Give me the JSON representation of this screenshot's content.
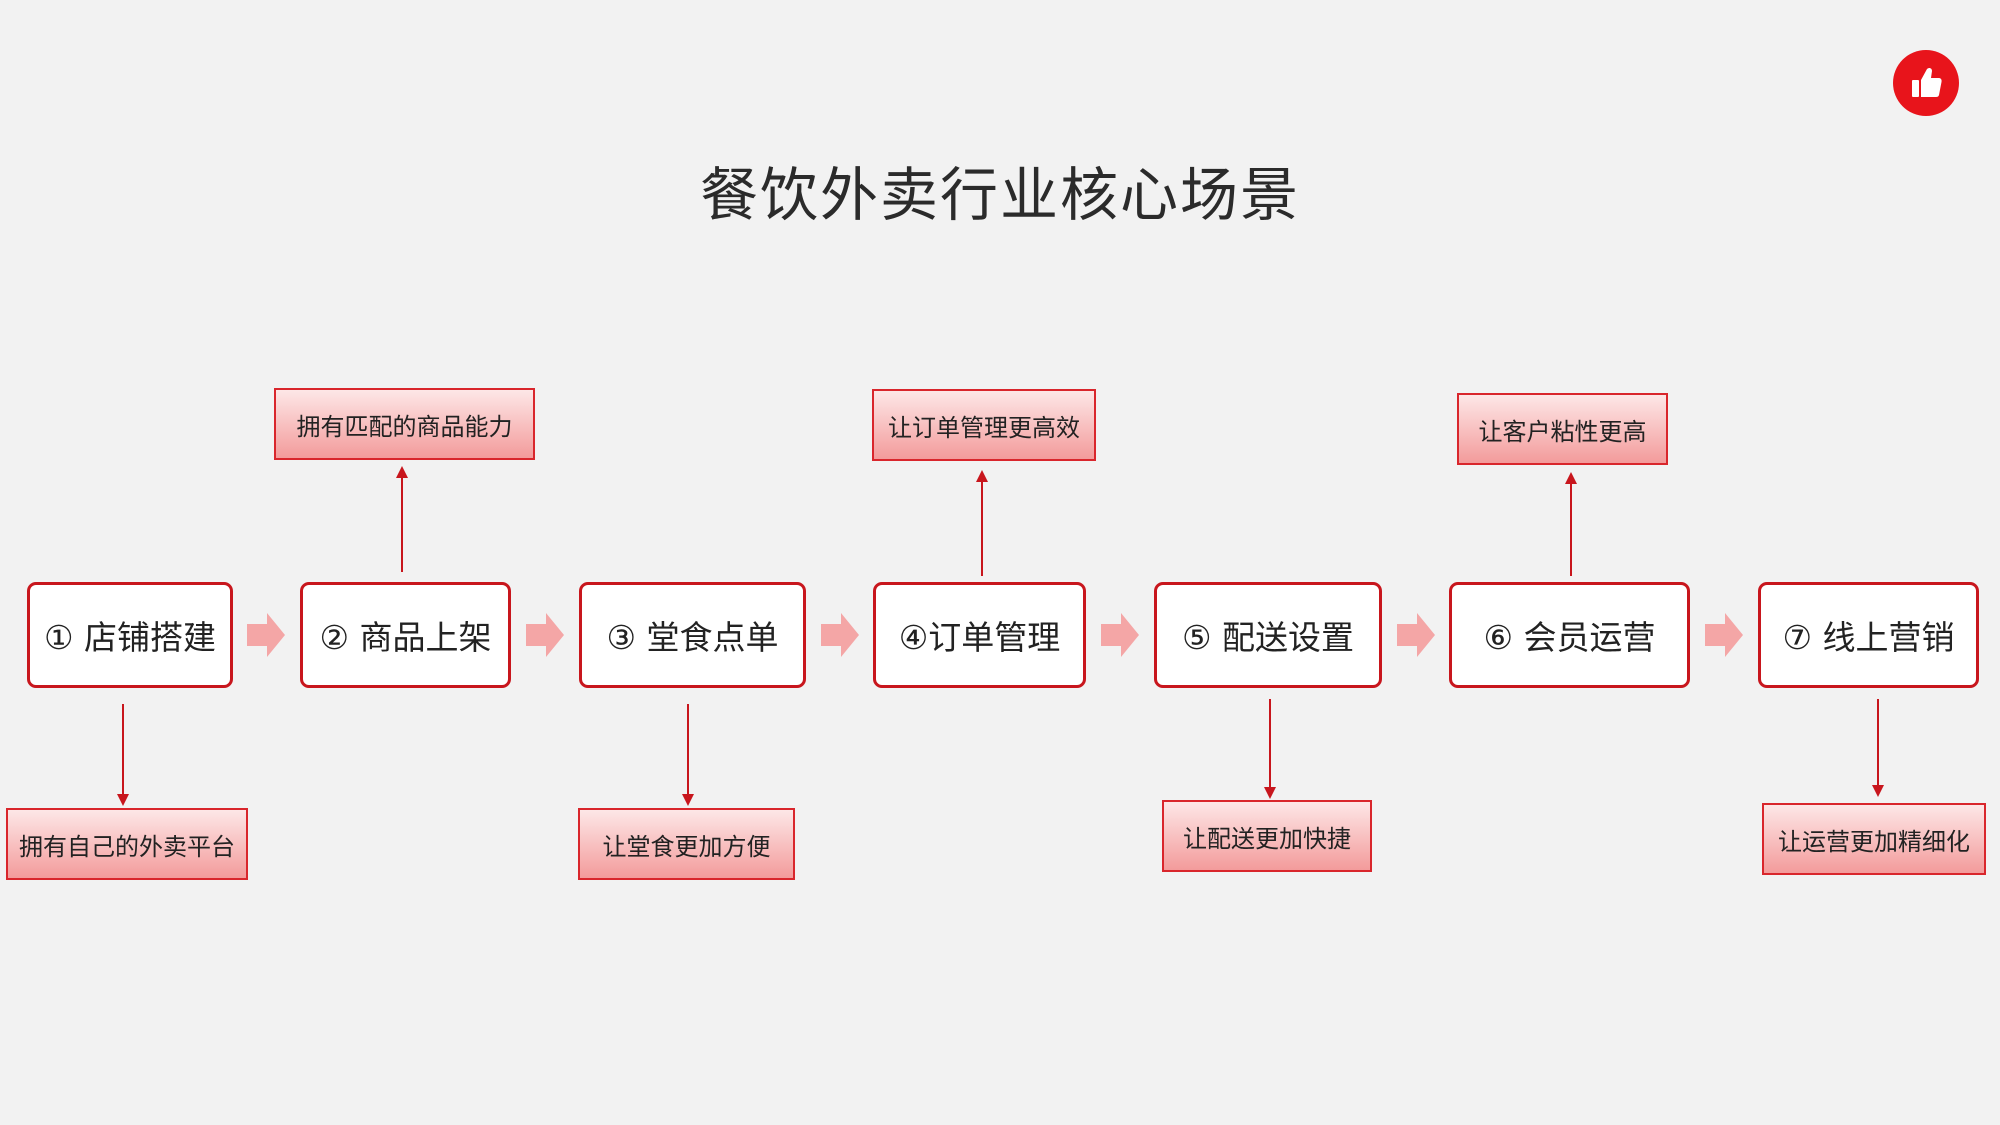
{
  "title": "餐饮外卖行业核心场景",
  "logo": {
    "icon": "thumbs-up-icon",
    "color": "#e8141b"
  },
  "colors": {
    "accent": "#c8161d",
    "note_top": "#fde7e7",
    "note_bottom": "#f39b9b",
    "flow_arrow": "#f4a6a6"
  },
  "steps": [
    {
      "label": "① 店铺搭建"
    },
    {
      "label": "② 商品上架"
    },
    {
      "label": "③ 堂食点单"
    },
    {
      "label": "④订单管理"
    },
    {
      "label": "⑤ 配送设置"
    },
    {
      "label": "⑥ 会员运营"
    },
    {
      "label": "⑦ 线上营销"
    }
  ],
  "notes": [
    {
      "step": 1,
      "direction": "down",
      "text": "拥有自己的外卖平台"
    },
    {
      "step": 2,
      "direction": "up",
      "text": "拥有匹配的商品能力"
    },
    {
      "step": 3,
      "direction": "down",
      "text": "让堂食更加方便"
    },
    {
      "step": 4,
      "direction": "up",
      "text": "让订单管理更高效"
    },
    {
      "step": 5,
      "direction": "down",
      "text": "让配送更加快捷"
    },
    {
      "step": 6,
      "direction": "up",
      "text": "让客户粘性更高"
    },
    {
      "step": 7,
      "direction": "down",
      "text": "让运营更加精细化"
    }
  ]
}
